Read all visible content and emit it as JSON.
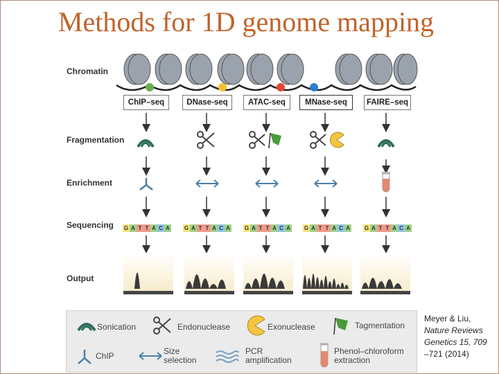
{
  "title": "Methods for 1D genome mapping",
  "rows": {
    "chromatin": "Chromatin",
    "fragmentation": "Fragmentation",
    "enrichment": "Enrichment",
    "sequencing": "Sequencing",
    "output": "Output"
  },
  "methods": [
    "ChIP–seq",
    "DNase-seq",
    "ATAC-seq",
    "MNase-seq",
    "FAIRE–seq"
  ],
  "sequence_letters": [
    "G",
    "A",
    "T",
    "T",
    "A",
    "C",
    "A"
  ],
  "legend": {
    "sonication": "Sonication",
    "endonuclease": "Endonuclease",
    "exonuclease": "Exonuclease",
    "tagmentation": "Tagmentation",
    "chip": "ChIP",
    "size_selection_1": "Size",
    "size_selection_2": "selection",
    "pcr_1": "PCR",
    "pcr_2": "amplification",
    "phenol_1": "Phenol–chloroform",
    "phenol_2": "extraction"
  },
  "citation": {
    "line1": "Meyer & Liu,",
    "line2": "Nature Reviews",
    "line3": "Genetics 15, 709",
    "line4": "–721 (2014)"
  },
  "colors": {
    "title": "#c0632b",
    "nucleosome": "#9aa3ad",
    "tf_green": "#6ab04c",
    "tf_yellow": "#f2c232",
    "tf_red": "#e2492f",
    "tf_blue": "#2f7dd1",
    "sonication": "#2f6e5e",
    "exonuclease": "#f4c542",
    "tagmentation": "#4b9a3a",
    "tube": "#e38870",
    "enrichment_arrow": "#4a7fa6",
    "peak": "#3a3a3a",
    "output_bg": "#f7eccc"
  }
}
